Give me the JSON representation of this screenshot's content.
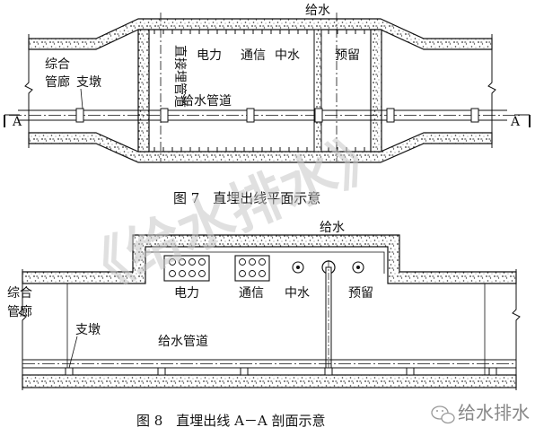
{
  "fig7": {
    "caption": "图 7　直埋出线平面示意",
    "labels": {
      "water_top": "给水",
      "corridor_1": "综合",
      "corridor_2": "管廊",
      "pier": "支墩",
      "direct_buried": "直接埋管道",
      "power": "电力",
      "telecom": "通信",
      "reclaimed": "中水",
      "reserved": "预留",
      "water_pipe": "给水管道",
      "section_left": "A",
      "section_right": "A"
    }
  },
  "fig8": {
    "caption": "图 8　直埋出线 A－A 剖面示意",
    "labels": {
      "water_top": "给水",
      "corridor_1": "综合",
      "corridor_2": "管廊",
      "pier": "支墩",
      "power": "电力",
      "telecom": "通信",
      "reclaimed": "中水",
      "reserved": "预留",
      "water_pipe": "给水管道"
    }
  },
  "watermark": {
    "big": "《给水排水》",
    "corner": "给水排水",
    "icon": "wechat-icon"
  }
}
